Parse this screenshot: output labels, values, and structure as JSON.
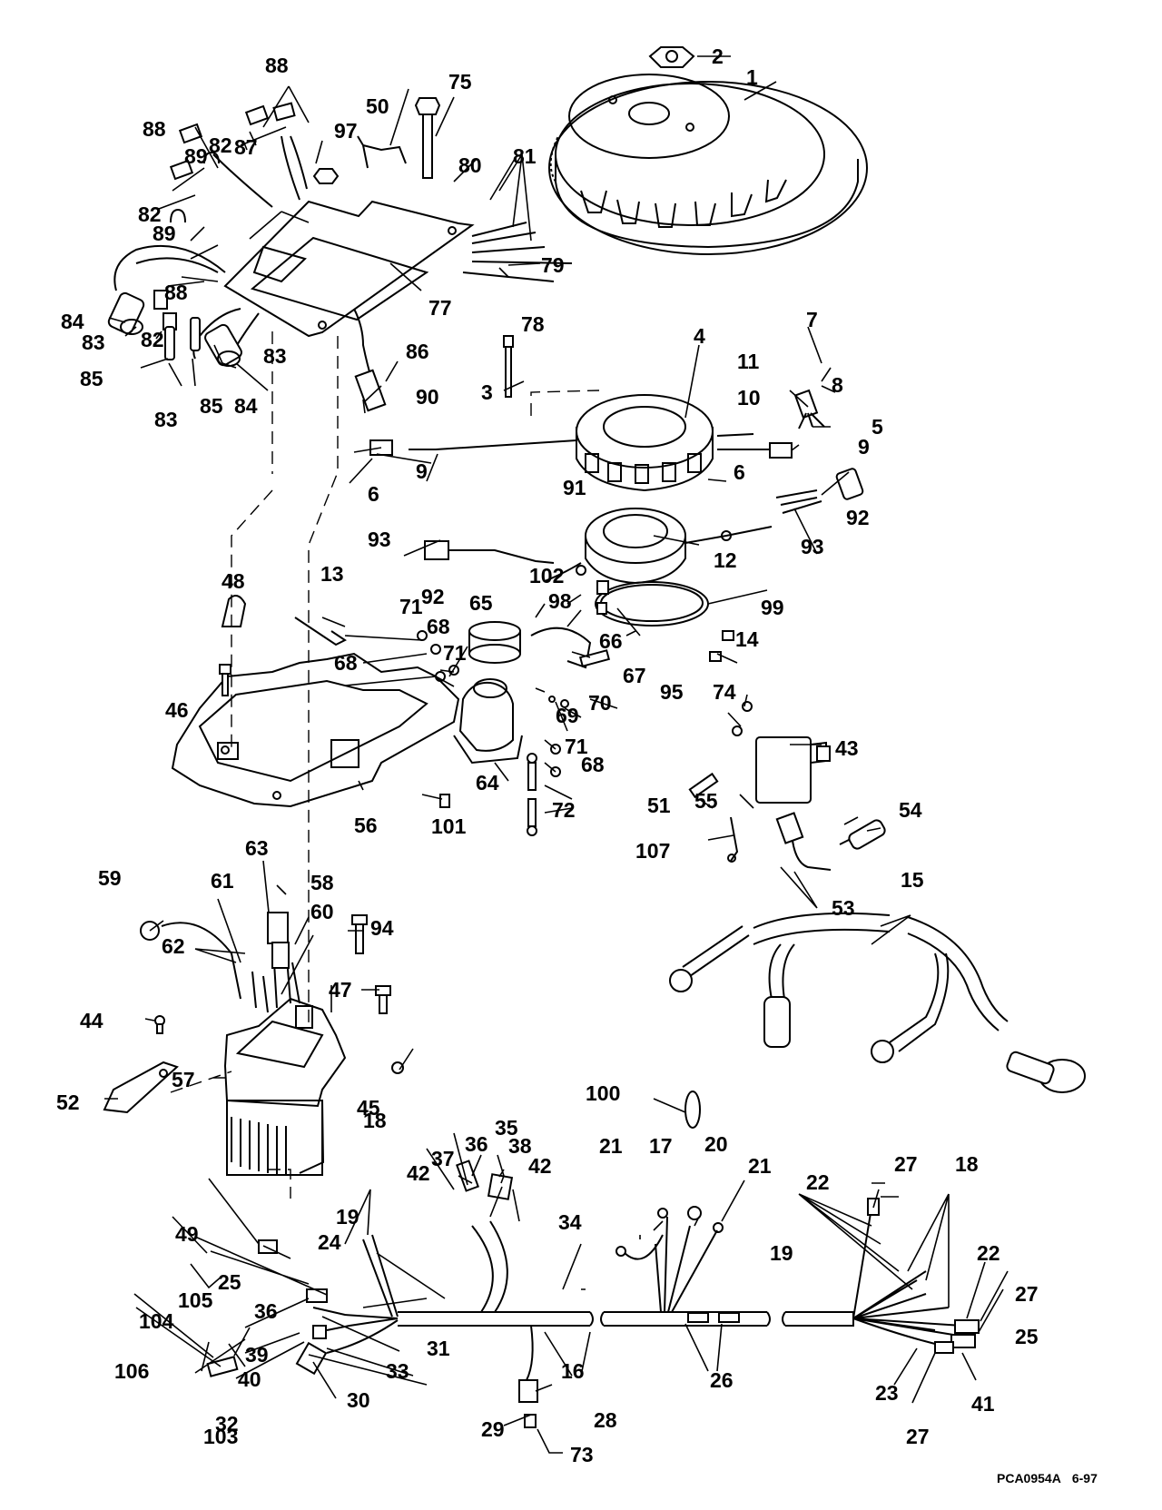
{
  "diagram": {
    "type": "exploded-parts-diagram",
    "subject": "ignition / electrical system (flywheel, stator, timer base, power pack, wiring harness)",
    "reference_code": "PCA0954A",
    "revision_date": "6-97"
  },
  "callouts": [
    "1",
    "2",
    "3",
    "4",
    "5",
    "6",
    "7",
    "8",
    "9",
    "10",
    "11",
    "12",
    "13",
    "14",
    "15",
    "16",
    "17",
    "18",
    "19",
    "20",
    "21",
    "22",
    "23",
    "24",
    "25",
    "26",
    "27",
    "28",
    "29",
    "30",
    "31",
    "32",
    "33",
    "34",
    "35",
    "36",
    "37",
    "38",
    "39",
    "40",
    "41",
    "42",
    "43",
    "44",
    "45",
    "46",
    "47",
    "48",
    "49",
    "50",
    "51",
    "52",
    "53",
    "54",
    "55",
    "56",
    "57",
    "58",
    "59",
    "60",
    "61",
    "62",
    "63",
    "64",
    "65",
    "66",
    "67",
    "68",
    "69",
    "70",
    "71",
    "72",
    "73",
    "74",
    "75",
    "77",
    "78",
    "79",
    "80",
    "81",
    "82",
    "83",
    "84",
    "85",
    "86",
    "87",
    "88",
    "89",
    "90",
    "91",
    "92",
    "93",
    "94",
    "95",
    "97",
    "98",
    "99",
    "100",
    "101",
    "102",
    "103",
    "104",
    "105",
    "106",
    "107"
  ],
  "labels": {
    "l1": "1",
    "l2": "2",
    "l3": "3",
    "l4": "4",
    "l5": "5",
    "l6a": "6",
    "l6b": "6",
    "l7": "7",
    "l8": "8",
    "l9a": "9",
    "l9b": "9",
    "l10": "10",
    "l11": "11",
    "l12": "12",
    "l13": "13",
    "l14": "14",
    "l15": "15",
    "l16": "16",
    "l17": "17",
    "l18a": "18",
    "l18b": "18",
    "l19a": "19",
    "l19b": "19",
    "l20": "20",
    "l21a": "21",
    "l21b": "21",
    "l22a": "22",
    "l22b": "22",
    "l23": "23",
    "l24": "24",
    "l25a": "25",
    "l25b": "25",
    "l26": "26",
    "l27a": "27",
    "l27b": "27",
    "l27c": "27",
    "l28": "28",
    "l29": "29",
    "l30": "30",
    "l31": "31",
    "l32": "32",
    "l33": "33",
    "l34": "34",
    "l35": "35",
    "l36a": "36",
    "l36b": "36",
    "l37": "37",
    "l38": "38",
    "l39": "39",
    "l40": "40",
    "l41": "41",
    "l42a": "42",
    "l42b": "42",
    "l43": "43",
    "l44": "44",
    "l45": "45",
    "l46": "46",
    "l47": "47",
    "l48": "48",
    "l49": "49",
    "l50": "50",
    "l51": "51",
    "l52": "52",
    "l53": "53",
    "l54": "54",
    "l55": "55",
    "l56": "56",
    "l57": "57",
    "l58": "58",
    "l59": "59",
    "l60": "60",
    "l61": "61",
    "l62": "62",
    "l63": "63",
    "l64": "64",
    "l65": "65",
    "l66": "66",
    "l67": "67",
    "l68a": "68",
    "l68b": "68",
    "l68c": "68",
    "l69": "69",
    "l70": "70",
    "l71a": "71",
    "l71b": "71",
    "l71c": "71",
    "l72": "72",
    "l73": "73",
    "l74": "74",
    "l75": "75",
    "l77": "77",
    "l78": "78",
    "l79": "79",
    "l80": "80",
    "l81": "81",
    "l82a": "82",
    "l82b": "82",
    "l82c": "82",
    "l83a": "83",
    "l83b": "83",
    "l83c": "83",
    "l84a": "84",
    "l84b": "84",
    "l85a": "85",
    "l85b": "85",
    "l86": "86",
    "l87": "87",
    "l88a": "88",
    "l88b": "88",
    "l88c": "88",
    "l89a": "89",
    "l89b": "89",
    "l90": "90",
    "l91": "91",
    "l92a": "92",
    "l92b": "92",
    "l93a": "93",
    "l93b": "93",
    "l94": "94",
    "l95": "95",
    "l97": "97",
    "l98": "98",
    "l99": "99",
    "l100": "100",
    "l101": "101",
    "l102": "102",
    "l103": "103",
    "l104": "104",
    "l105": "105",
    "l106": "106",
    "l107": "107"
  }
}
